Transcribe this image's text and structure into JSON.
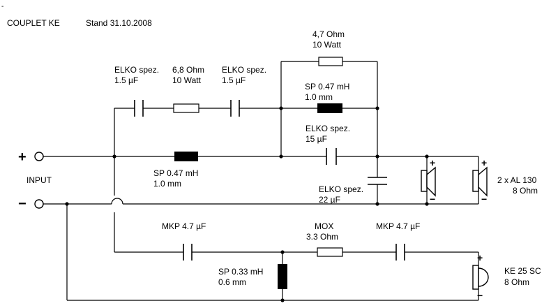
{
  "header": {
    "title": "COUPLET  KE",
    "stand": "Stand 31.10.2008"
  },
  "corner_mark": "-",
  "input": {
    "label": "INPUT",
    "plus": "+",
    "minus": "−"
  },
  "components": {
    "c1": {
      "type": "ELKO spez.",
      "value": "1.5 µF"
    },
    "r1": {
      "value": "6,8 Ohm",
      "power": "10 Watt"
    },
    "c2": {
      "type": "ELKO spez.",
      "value": "1.5 µF"
    },
    "r2": {
      "value": "4,7 Ohm",
      "power": "10 Watt"
    },
    "l1": {
      "value": "SP 0.47 mH",
      "wire": "1.0 mm"
    },
    "c3": {
      "type": "ELKO spez.",
      "value": "15 µF"
    },
    "l2": {
      "value": "SP 0.47 mH",
      "wire": "1.0 mm"
    },
    "c4": {
      "type": "ELKO spez.",
      "value": "22 µF"
    },
    "c5": {
      "type": "MKP 4.7 µF"
    },
    "r3": {
      "type": "MOX",
      "value": "3.3 Ohm"
    },
    "c6": {
      "type": "MKP 4.7 µF"
    },
    "l3": {
      "value": "SP 0.33 mH",
      "wire": "0.6 mm"
    }
  },
  "woofers": {
    "model": "2 x AL 130",
    "impedance": "8 Ohm",
    "plus": "+",
    "minus": "−"
  },
  "tweeter": {
    "model": "KE 25 SC",
    "impedance": "8 Ohm",
    "plus": "+",
    "minus": "−"
  }
}
